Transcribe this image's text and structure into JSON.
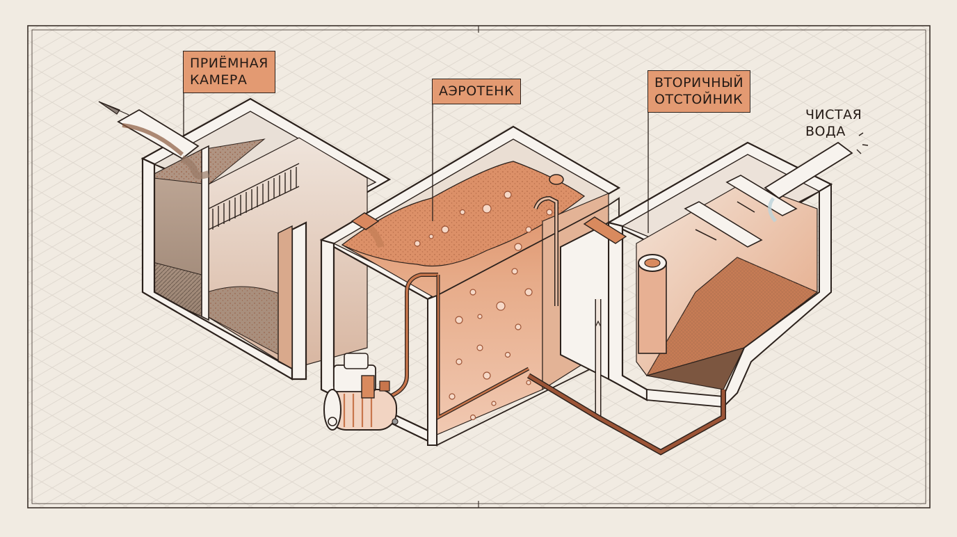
{
  "labels": {
    "receiving_chamber": [
      "ПРИЁМНАЯ",
      "КАМЕРА"
    ],
    "aerotank": "АЭРОТЕНК",
    "secondary_clarifier": [
      "ВТОРИЧНЫЙ",
      "ОТСТОЙНИК"
    ],
    "clean_water": [
      "ЧИСТАЯ",
      "ВОДА"
    ]
  },
  "colors": {
    "paper": "#f1ebe2",
    "grid": "#d9d3cb",
    "line": "#2b211c",
    "wall": "#f7f3ee",
    "sludge": "#b5683f",
    "sediment": "#8a7666",
    "label_fill": "#e39a72",
    "water": "#e8d8ca",
    "pipe": "#9c5436"
  }
}
